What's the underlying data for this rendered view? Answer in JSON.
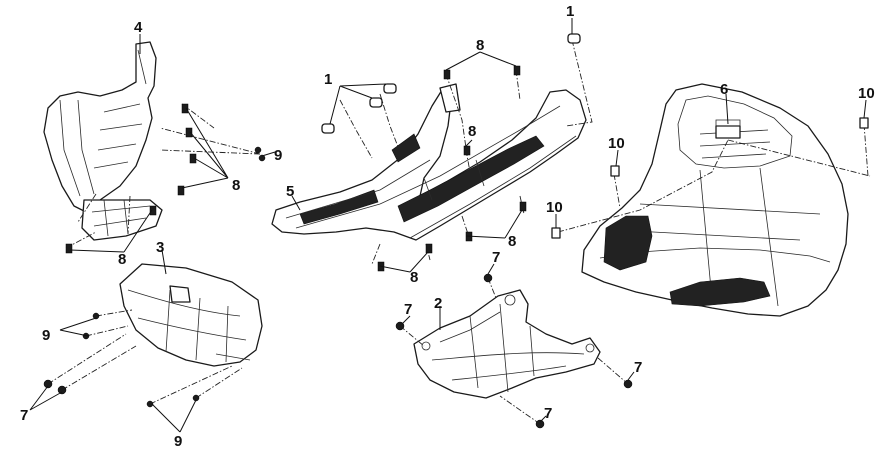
{
  "callouts": {
    "c1a": "1",
    "c1b": "1",
    "c2": "2",
    "c3": "3",
    "c4": "4",
    "c5": "5",
    "c6": "6",
    "c7a": "7",
    "c7b": "7",
    "c7c": "7",
    "c7d": "7",
    "c7e": "7",
    "c8a": "8",
    "c8b": "8",
    "c8c": "8",
    "c8d": "8",
    "c8e": "8",
    "c8f": "8",
    "c9a": "9",
    "c9b": "9",
    "c9c": "9",
    "c10a": "10",
    "c10b": "10",
    "c10c": "10"
  },
  "colors": {
    "line": "#1a1a1a",
    "fill": "#ffffff",
    "mat": "#222222"
  }
}
